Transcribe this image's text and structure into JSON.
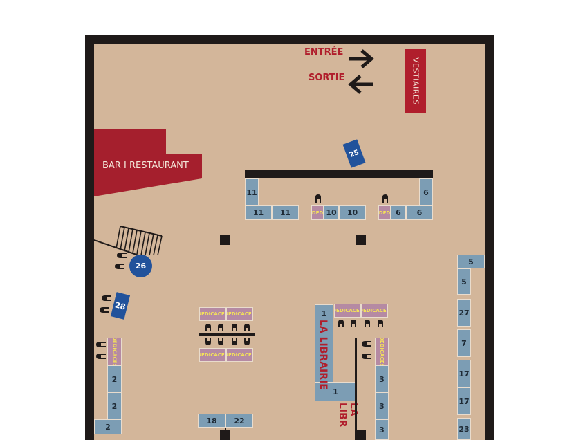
{
  "signs": {
    "entree": "ENTRÉE",
    "sortie": "SORTIE",
    "vestiaires": "VESTIAIRES",
    "bar_restaurant": "BAR I RESTAURANT",
    "librairie_1": "LA LIBRAIRIE",
    "librairie_2": "LA LIBR"
  },
  "dedicace_label": "DEDICACES",
  "dedicace_short": "DED",
  "colors": {
    "floor": "#d3b69a",
    "wall": "#1f1a19",
    "stand": "#7c9db4",
    "dedicace": "#b58aa3",
    "accent_red": "#b01e2c",
    "blue": "#21529b"
  },
  "stands": {
    "s11a": "11",
    "s11b": "11",
    "s11c": "11",
    "s10a": "10",
    "s10b": "10",
    "s6a": "6",
    "s6b": "6",
    "s6c": "6",
    "s5a": "5",
    "s5b": "5",
    "s27": "27",
    "s7": "7",
    "s17a": "17",
    "s17b": "17",
    "s23": "23",
    "s1a": "1",
    "s1b": "1",
    "s3a": "3",
    "s3b": "3",
    "s3c": "3",
    "s2a": "2",
    "s2b": "2",
    "s2c": "2",
    "s18": "18",
    "s22": "22",
    "s25": "25",
    "s26": "26",
    "s28": "28"
  }
}
